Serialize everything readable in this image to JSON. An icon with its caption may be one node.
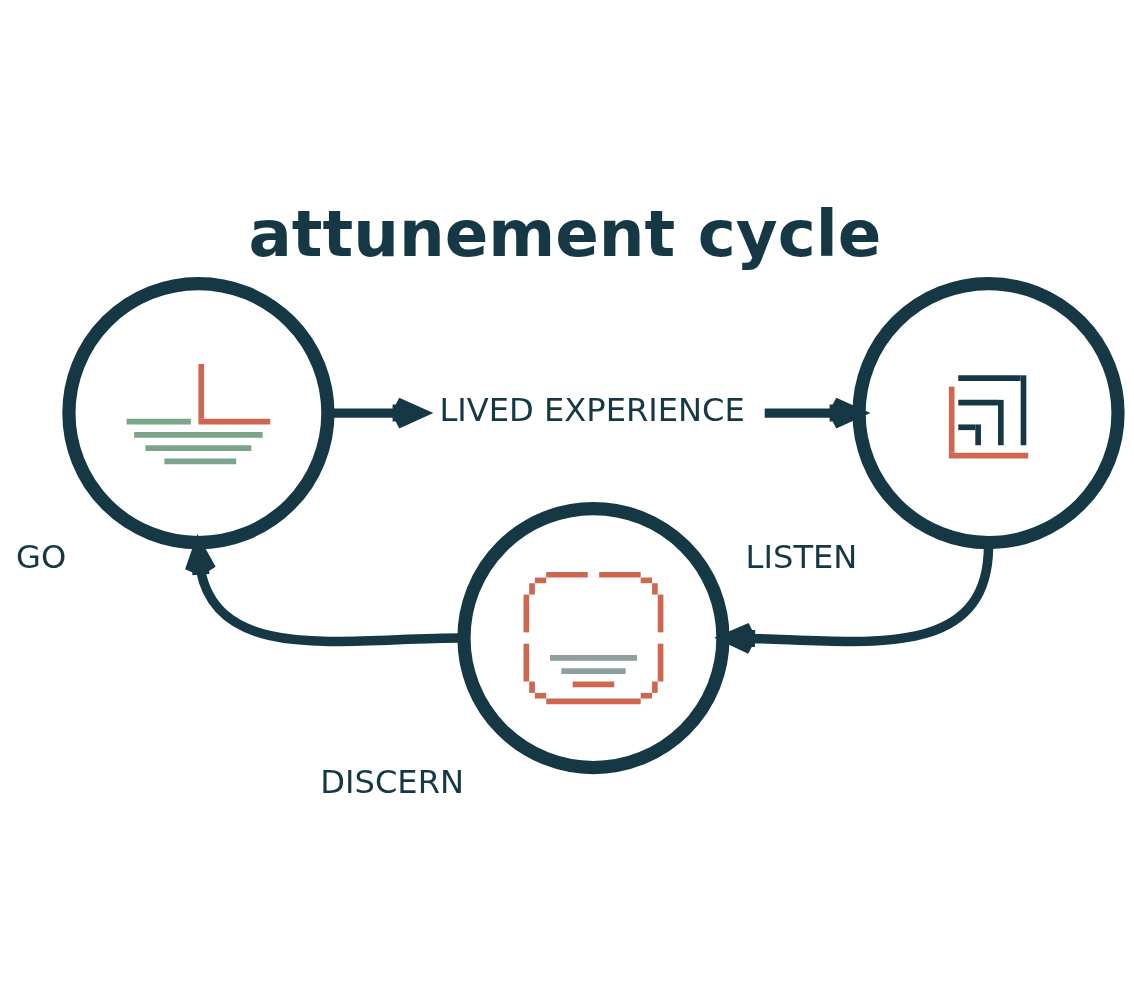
{
  "diagram": {
    "title": "attunement cycle",
    "nodes": [
      {
        "text": [
          "LIVED EXPERIENCE"
        ]
      },
      {
        "text": [],
        "shape": "circle",
        "beside": [
          "GO"
        ]
      },
      {
        "text": [],
        "shape": "circle",
        "beside": [
          "LISTEN"
        ]
      },
      {
        "text": [],
        "shape": "circle",
        "beside": [
          "DISCERN"
        ]
      }
    ],
    "edges": [
      {
        "from": 1,
        "to": 0,
        "arrow": "to"
      },
      {
        "from": 0,
        "to": 2,
        "arrow": "to"
      },
      {
        "from": 2,
        "to": 3,
        "arrow": "to"
      },
      {
        "from": 3,
        "to": 1,
        "arrow": "to"
      }
    ]
  }
}
